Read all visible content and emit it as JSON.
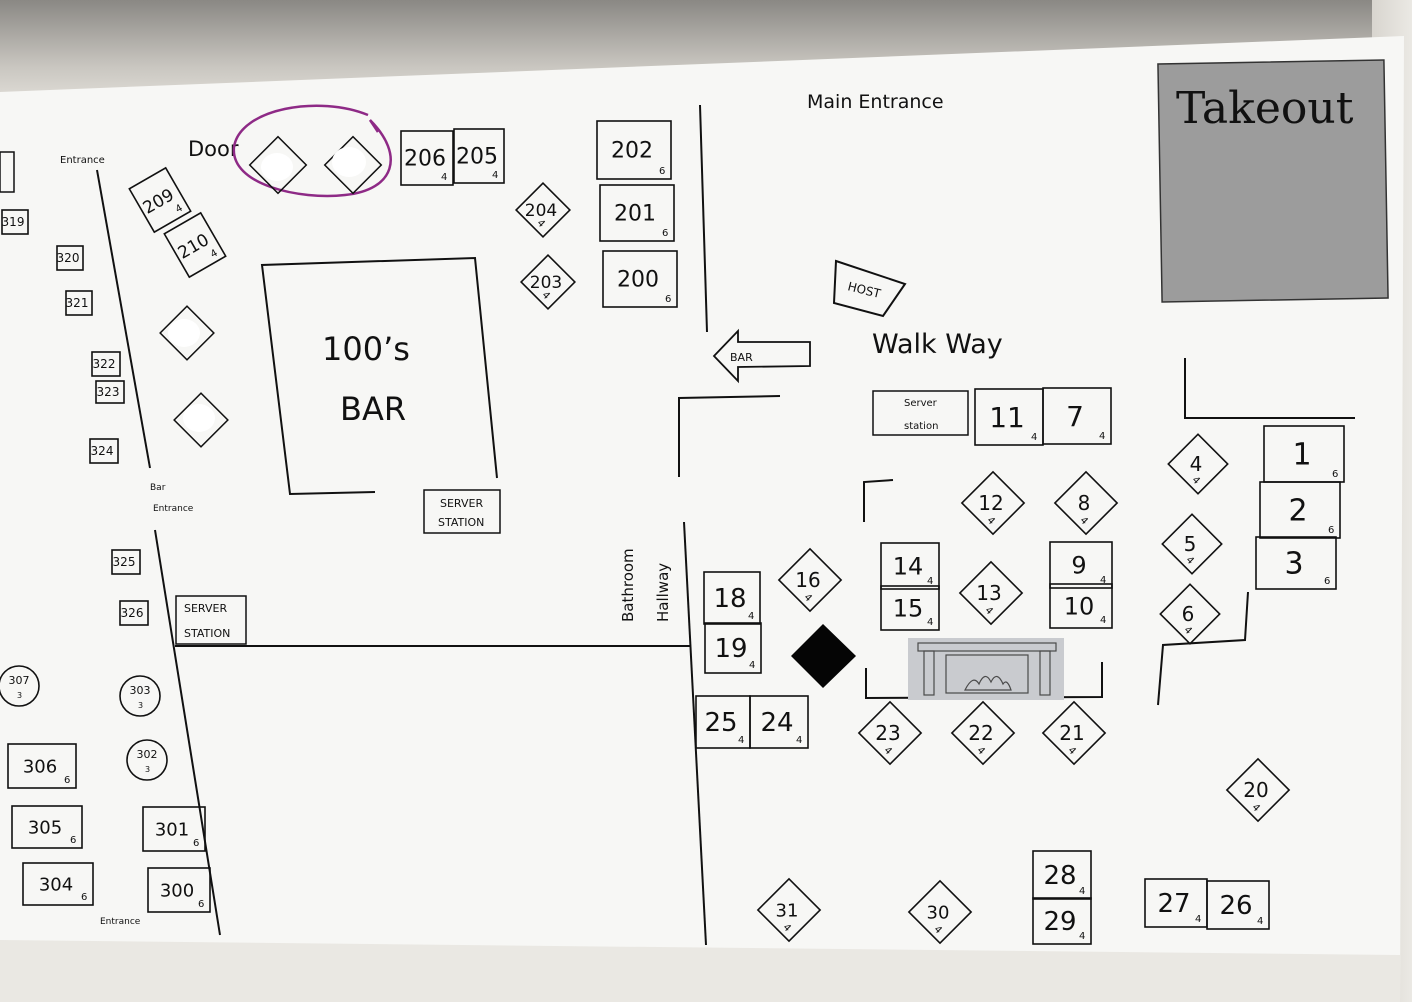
{
  "labels": {
    "main_entrance": "Main Entrance",
    "takeout": "Takeout",
    "door": "Door",
    "entrance_top": "Entrance",
    "bar_100s_line1": "100’s",
    "bar_100s_line2": "BAR",
    "walk_way": "Walk Way",
    "host": "HOST",
    "bar_arrow": "BAR",
    "server_station_small_1": "Server",
    "server_station_small_2": "station",
    "server_station_bar_1": "SERVER",
    "server_station_bar_2": "STATION",
    "server_station_left_1": "SERVER",
    "server_station_left_2": "STATION",
    "bar_entrance_1": "Bar",
    "bar_entrance_2": "Entrance",
    "bathroom": "Bathroom",
    "hallway": "Hallway",
    "entrance_bottom": "Entrance"
  },
  "tables": {
    "t206": {
      "num": "206",
      "cap": "4"
    },
    "t205": {
      "num": "205",
      "cap": "4"
    },
    "t202": {
      "num": "202",
      "cap": "6"
    },
    "t201": {
      "num": "201",
      "cap": "6"
    },
    "t200": {
      "num": "200",
      "cap": "6"
    },
    "t204": {
      "num": "204",
      "cap": "4"
    },
    "t203": {
      "num": "203",
      "cap": "4"
    },
    "t209": {
      "num": "209",
      "cap": "4"
    },
    "t210": {
      "num": "210",
      "cap": "4"
    },
    "t11": {
      "num": "11",
      "cap": "4"
    },
    "t7": {
      "num": "7",
      "cap": "4"
    },
    "t1": {
      "num": "1",
      "cap": "6"
    },
    "t2": {
      "num": "2",
      "cap": "6"
    },
    "t3": {
      "num": "3",
      "cap": "6"
    },
    "t4": {
      "num": "4",
      "cap": "4"
    },
    "t5": {
      "num": "5",
      "cap": "4"
    },
    "t6": {
      "num": "6",
      "cap": "4"
    },
    "t12": {
      "num": "12",
      "cap": "4"
    },
    "t8": {
      "num": "8",
      "cap": "4"
    },
    "t14": {
      "num": "14",
      "cap": "4"
    },
    "t15": {
      "num": "15",
      "cap": "4"
    },
    "t13": {
      "num": "13",
      "cap": "4"
    },
    "t9": {
      "num": "9",
      "cap": "4"
    },
    "t10": {
      "num": "10",
      "cap": "4"
    },
    "t16": {
      "num": "16",
      "cap": "4"
    },
    "t18": {
      "num": "18",
      "cap": "4"
    },
    "t19": {
      "num": "19",
      "cap": "4"
    },
    "t25": {
      "num": "25",
      "cap": "4"
    },
    "t24": {
      "num": "24",
      "cap": "4"
    },
    "t23": {
      "num": "23",
      "cap": "4"
    },
    "t22": {
      "num": "22",
      "cap": "4"
    },
    "t21": {
      "num": "21",
      "cap": "4"
    },
    "t20": {
      "num": "20",
      "cap": "4"
    },
    "t28": {
      "num": "28",
      "cap": "4"
    },
    "t29": {
      "num": "29",
      "cap": "4"
    },
    "t27": {
      "num": "27",
      "cap": "4"
    },
    "t26": {
      "num": "26",
      "cap": "4"
    },
    "t31": {
      "num": "31",
      "cap": "4"
    },
    "t30": {
      "num": "30",
      "cap": "4"
    },
    "t319": {
      "num": "319"
    },
    "t320": {
      "num": "320"
    },
    "t321": {
      "num": "321"
    },
    "t322": {
      "num": "322"
    },
    "t323": {
      "num": "323"
    },
    "t324": {
      "num": "324"
    },
    "t325": {
      "num": "325"
    },
    "t326": {
      "num": "326"
    },
    "t307": {
      "num": "307",
      "cap": "3"
    },
    "t303": {
      "num": "303",
      "cap": "3"
    },
    "t302": {
      "num": "302",
      "cap": "3"
    },
    "t306": {
      "num": "306",
      "cap": "6"
    },
    "t305": {
      "num": "305",
      "cap": "6"
    },
    "t304": {
      "num": "304",
      "cap": "6"
    },
    "t301": {
      "num": "301",
      "cap": "6"
    },
    "t300": {
      "num": "300",
      "cap": "6"
    }
  },
  "colors": {
    "annotation_circle": "#8e2a86",
    "takeout_fill": "#9c9c9c",
    "fireplace_fill": "#c9cbcf"
  },
  "icons": {
    "fireplace": "fireplace-icon",
    "black_marker": "black-diamond-marker"
  }
}
